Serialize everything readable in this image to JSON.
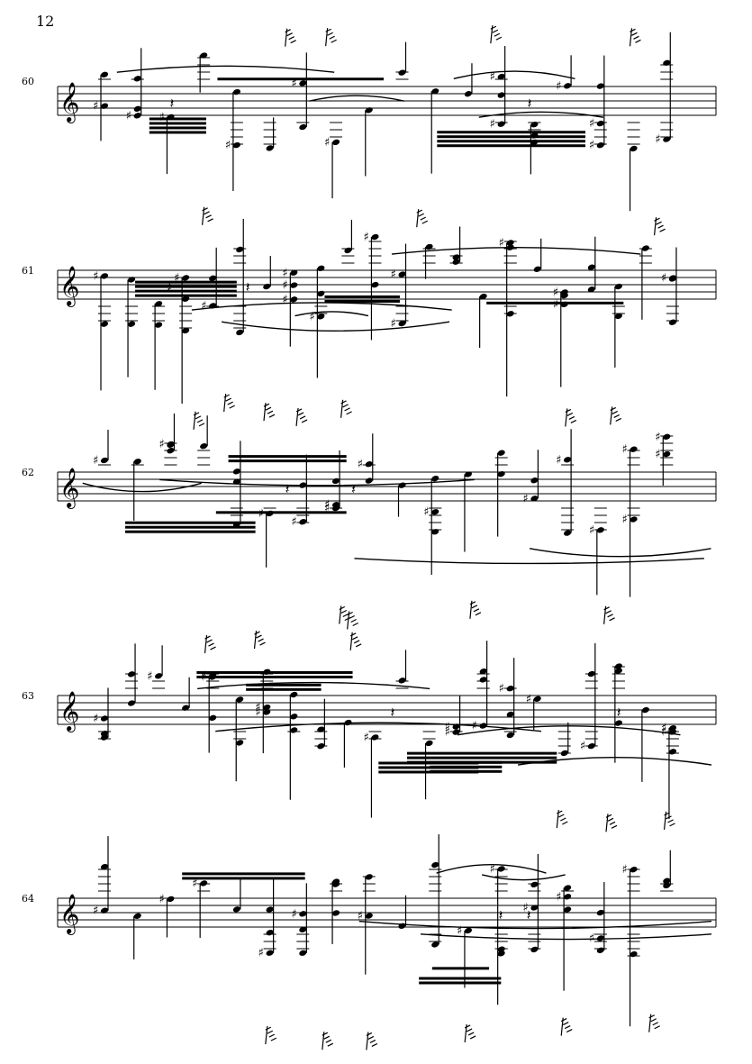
{
  "page": {
    "number": "12"
  },
  "systems": [
    {
      "measure": "60"
    },
    {
      "measure": "61"
    },
    {
      "measure": "62"
    },
    {
      "measure": "63"
    },
    {
      "measure": "64"
    }
  ],
  "icons": {
    "clef": "treble-clef-icon",
    "sharp": "sharp-icon",
    "natural": "natural-icon",
    "rest": "quarter-rest-icon",
    "eighth_rest": "eighth-rest-icon"
  }
}
